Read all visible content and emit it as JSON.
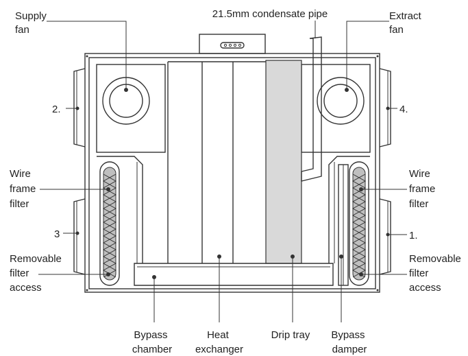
{
  "labels": {
    "supply_fan": [
      "Supply",
      "fan"
    ],
    "condensate_pipe": "21.5mm condensate pipe",
    "extract_fan": [
      "Extract",
      "fan"
    ],
    "port_2": "2.",
    "port_4": "4.",
    "port_3": "3",
    "port_1": "1.",
    "wire_filter_left": [
      "Wire",
      "frame",
      "filter"
    ],
    "wire_filter_right": [
      "Wire",
      "frame",
      "filter"
    ],
    "filter_access_left": [
      "Removable",
      "filter",
      "access"
    ],
    "filter_access_right": [
      "Removable",
      "filter",
      "access"
    ],
    "bypass_chamber": [
      "Bypass",
      "chamber"
    ],
    "heat_exchanger": [
      "Heat",
      "exchanger"
    ],
    "drip_tray": "Drip tray",
    "bypass_damper": [
      "Bypass",
      "damper"
    ]
  },
  "colors": {
    "line": "#333333",
    "drip_tray_fill": "#d9d9d9",
    "filter_fill": "#bfbfbf"
  }
}
